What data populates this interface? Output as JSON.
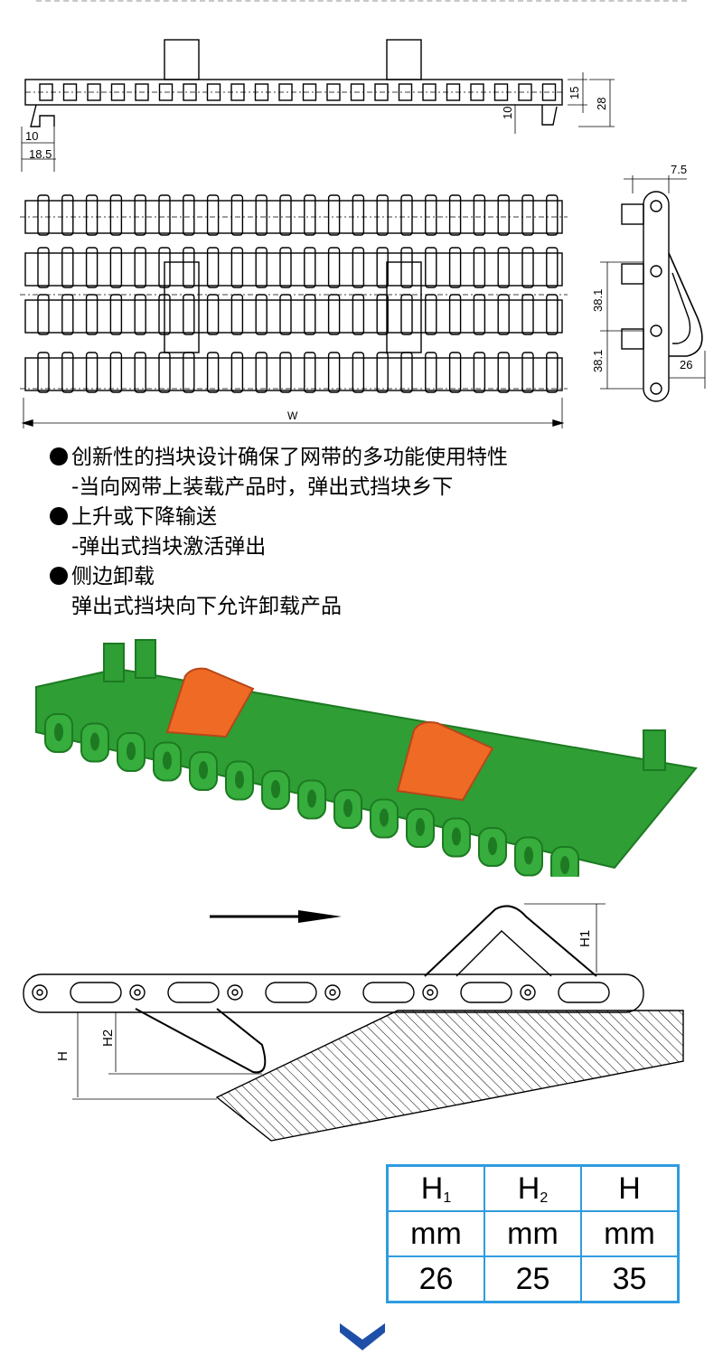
{
  "drawing": {
    "dims": {
      "d10_bottom": "10",
      "d185": "18.5",
      "d10_side": "10",
      "d15": "15",
      "d28": "28",
      "d75": "7.5",
      "d381_a": "38.1",
      "d381_b": "38.1",
      "d26": "26",
      "w": "W"
    }
  },
  "features": [
    {
      "text": "创新性的挡块设计确保了网带的多功能使用特性",
      "bullet": true
    },
    {
      "text": "-当向网带上装载产品时，弹出式挡块乡下",
      "bullet": false
    },
    {
      "text": "上升或下降输送",
      "bullet": true
    },
    {
      "text": "-弹出式挡块激活弹出",
      "bullet": false
    },
    {
      "text": "侧边卸载",
      "bullet": true
    },
    {
      "text": "弹出式挡块向下允许卸载产品",
      "bullet": false
    }
  ],
  "colors": {
    "belt_green": "#2e9e35",
    "belt_green_dark": "#1d7a22",
    "flight_orange": "#ef6a24",
    "table_border": "#2f9be0",
    "chevron": "#1e4fa8"
  },
  "diagram2": {
    "labels": {
      "h1": "H1",
      "h2": "H2",
      "h": "H"
    }
  },
  "table": {
    "headers": [
      {
        "main": "H",
        "sub": "1"
      },
      {
        "main": "H",
        "sub": "2"
      },
      {
        "main": "H",
        "sub": ""
      }
    ],
    "units": [
      "mm",
      "mm",
      "mm"
    ],
    "values": [
      "26",
      "25",
      "35"
    ]
  },
  "icons": {
    "bottom": "chevron-down-icon"
  }
}
